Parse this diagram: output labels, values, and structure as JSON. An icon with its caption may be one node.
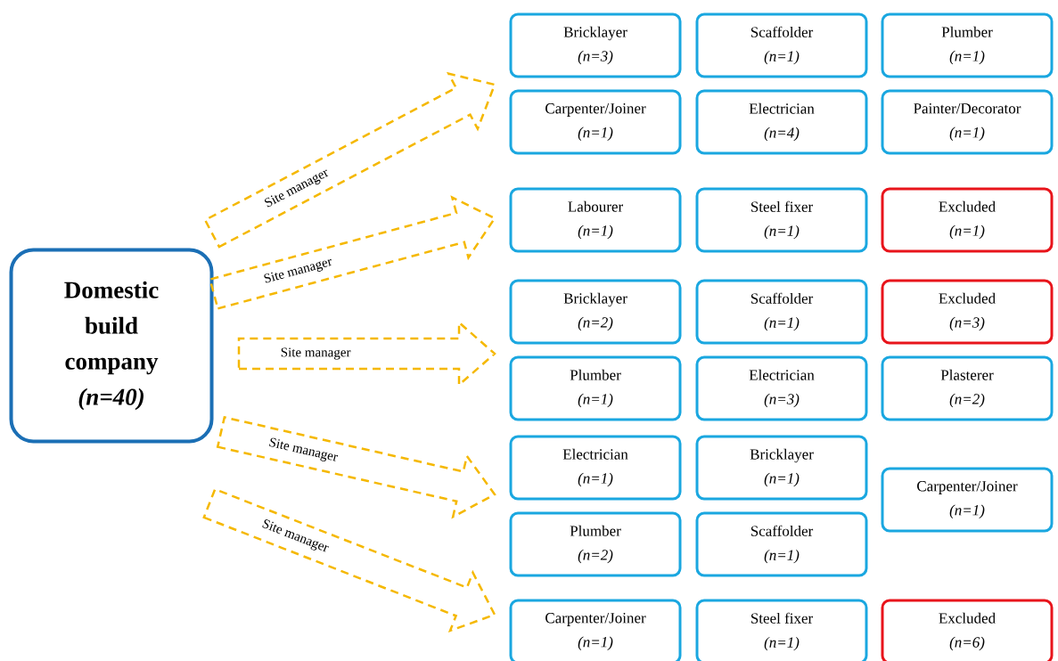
{
  "diagram": {
    "nodes": [
      {
        "text": [
          "Domestic build company",
          "(n=40)"
        ]
      },
      {
        "text": [
          "Bricklayer",
          "(n=3)"
        ]
      },
      {
        "text": [
          "Scaffolder",
          "(n=1)"
        ]
      },
      {
        "text": [
          "Plumber",
          "(n=1)"
        ]
      },
      {
        "text": [
          "Carpenter/Joiner",
          "(n=1)"
        ]
      },
      {
        "text": [
          "Electrician",
          "(n=4)"
        ]
      },
      {
        "text": [
          "Painter/Decorator",
          "(n=1)"
        ]
      },
      {
        "text": [
          "Labourer",
          "(n=1)"
        ]
      },
      {
        "text": [
          "Steel fixer",
          "(n=1)"
        ]
      },
      {
        "text": [
          "Excluded",
          "(n=1)"
        ]
      },
      {
        "text": [
          "Bricklayer",
          "(n=2)"
        ]
      },
      {
        "text": [
          "Scaffolder",
          "(n=1)"
        ]
      },
      {
        "text": [
          "Excluded",
          "(n=3)"
        ]
      },
      {
        "text": [
          "Plumber",
          "(n=1)"
        ]
      },
      {
        "text": [
          "Electrician",
          "(n=3)"
        ]
      },
      {
        "text": [
          "Plasterer",
          "(n=2)"
        ]
      },
      {
        "text": [
          "Electrician",
          "(n=1)"
        ]
      },
      {
        "text": [
          "Bricklayer",
          "(n=1)"
        ]
      },
      {
        "text": [
          "Carpenter/Joiner",
          "(n=1)"
        ]
      },
      {
        "text": [
          "Plumber",
          "(n=2)"
        ]
      },
      {
        "text": [
          "Scaffolder",
          "(n=1)"
        ]
      },
      {
        "text": [
          "Carpenter/Joiner",
          "(n=1)"
        ]
      },
      {
        "text": [
          "Steel fixer",
          "(n=1)"
        ]
      },
      {
        "text": [
          "Excluded",
          "(n=6)"
        ]
      }
    ],
    "edges": [
      {
        "from": 0,
        "to": 1,
        "arrow": "to",
        "label": "Site manager",
        "style": "dashed"
      },
      {
        "from": 0,
        "to": 7,
        "arrow": "to",
        "label": "Site manager",
        "style": "dashed"
      },
      {
        "from": 0,
        "to": 10,
        "arrow": "to",
        "label": "Site manager",
        "style": "dashed"
      },
      {
        "from": 0,
        "to": 16,
        "arrow": "to",
        "label": "Site manager",
        "style": "dashed"
      },
      {
        "from": 0,
        "to": 21,
        "arrow": "to",
        "label": "Site manager",
        "style": "dashed"
      }
    ]
  }
}
